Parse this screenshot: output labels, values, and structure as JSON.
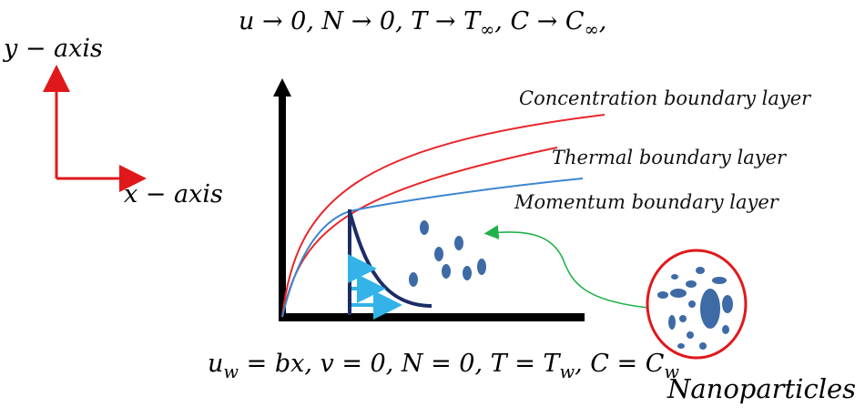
{
  "top_condition": {
    "part1": "u → 0, N → 0,  T → T",
    "sub1": "∞",
    "part2": ", C → C",
    "sub2": "∞",
    "tail": ","
  },
  "bottom_condition": {
    "u": "u",
    "u_sub": "w",
    "mid": " = bx, v = 0, N = 0, T = T",
    "t_sub": "w",
    "c": ", C = C",
    "c_sub": "w"
  },
  "axes_legend": {
    "y_label": "y − axis",
    "x_label": "x − axis"
  },
  "boundary_layers": {
    "concentration": "Concentration boundary layer",
    "thermal": "Thermal boundary layer",
    "momentum": "Momentum boundary layer"
  },
  "inset": {
    "label": "Nanoparticles"
  },
  "colors": {
    "axis_arrow": "#e0181b",
    "concentration_curve": "#e8262a",
    "thermal_curve": "#e8262a",
    "momentum_curve": "#3b86d0",
    "velocity_profile": "#1c2c66",
    "velocity_arrows": "#33b3e8",
    "particle": "#3e6aa6",
    "pointer": "#21b24a",
    "inset_circle": "#e0181b",
    "frame": "#000000"
  },
  "icons": {
    "arrow": "arrow-icon",
    "particle": "nanoparticle-icon"
  }
}
